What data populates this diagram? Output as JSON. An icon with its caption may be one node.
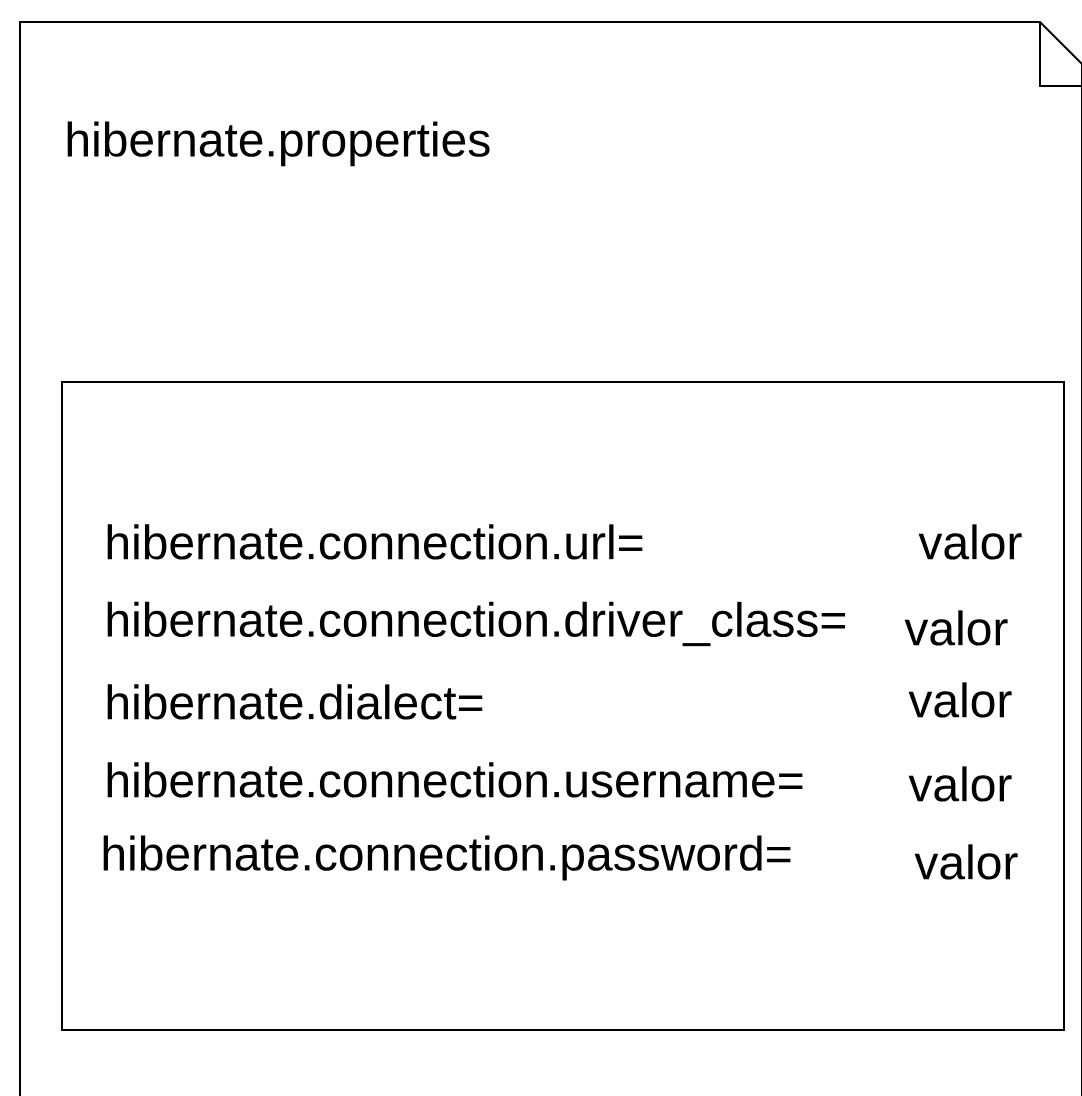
{
  "diagram": {
    "nodes": [
      {
        "text": [
          "hibernate.properties"
        ]
      },
      {
        "text": [
          "hibernate.connection.url=",
          "valor",
          "hibernate.connection.driver_class=",
          "valor",
          "hibernate.dialect=",
          "valor",
          "hibernate.connection.username=",
          "valor",
          "hibernate.connection.password=",
          "valor"
        ],
        "in": 0
      }
    ]
  }
}
